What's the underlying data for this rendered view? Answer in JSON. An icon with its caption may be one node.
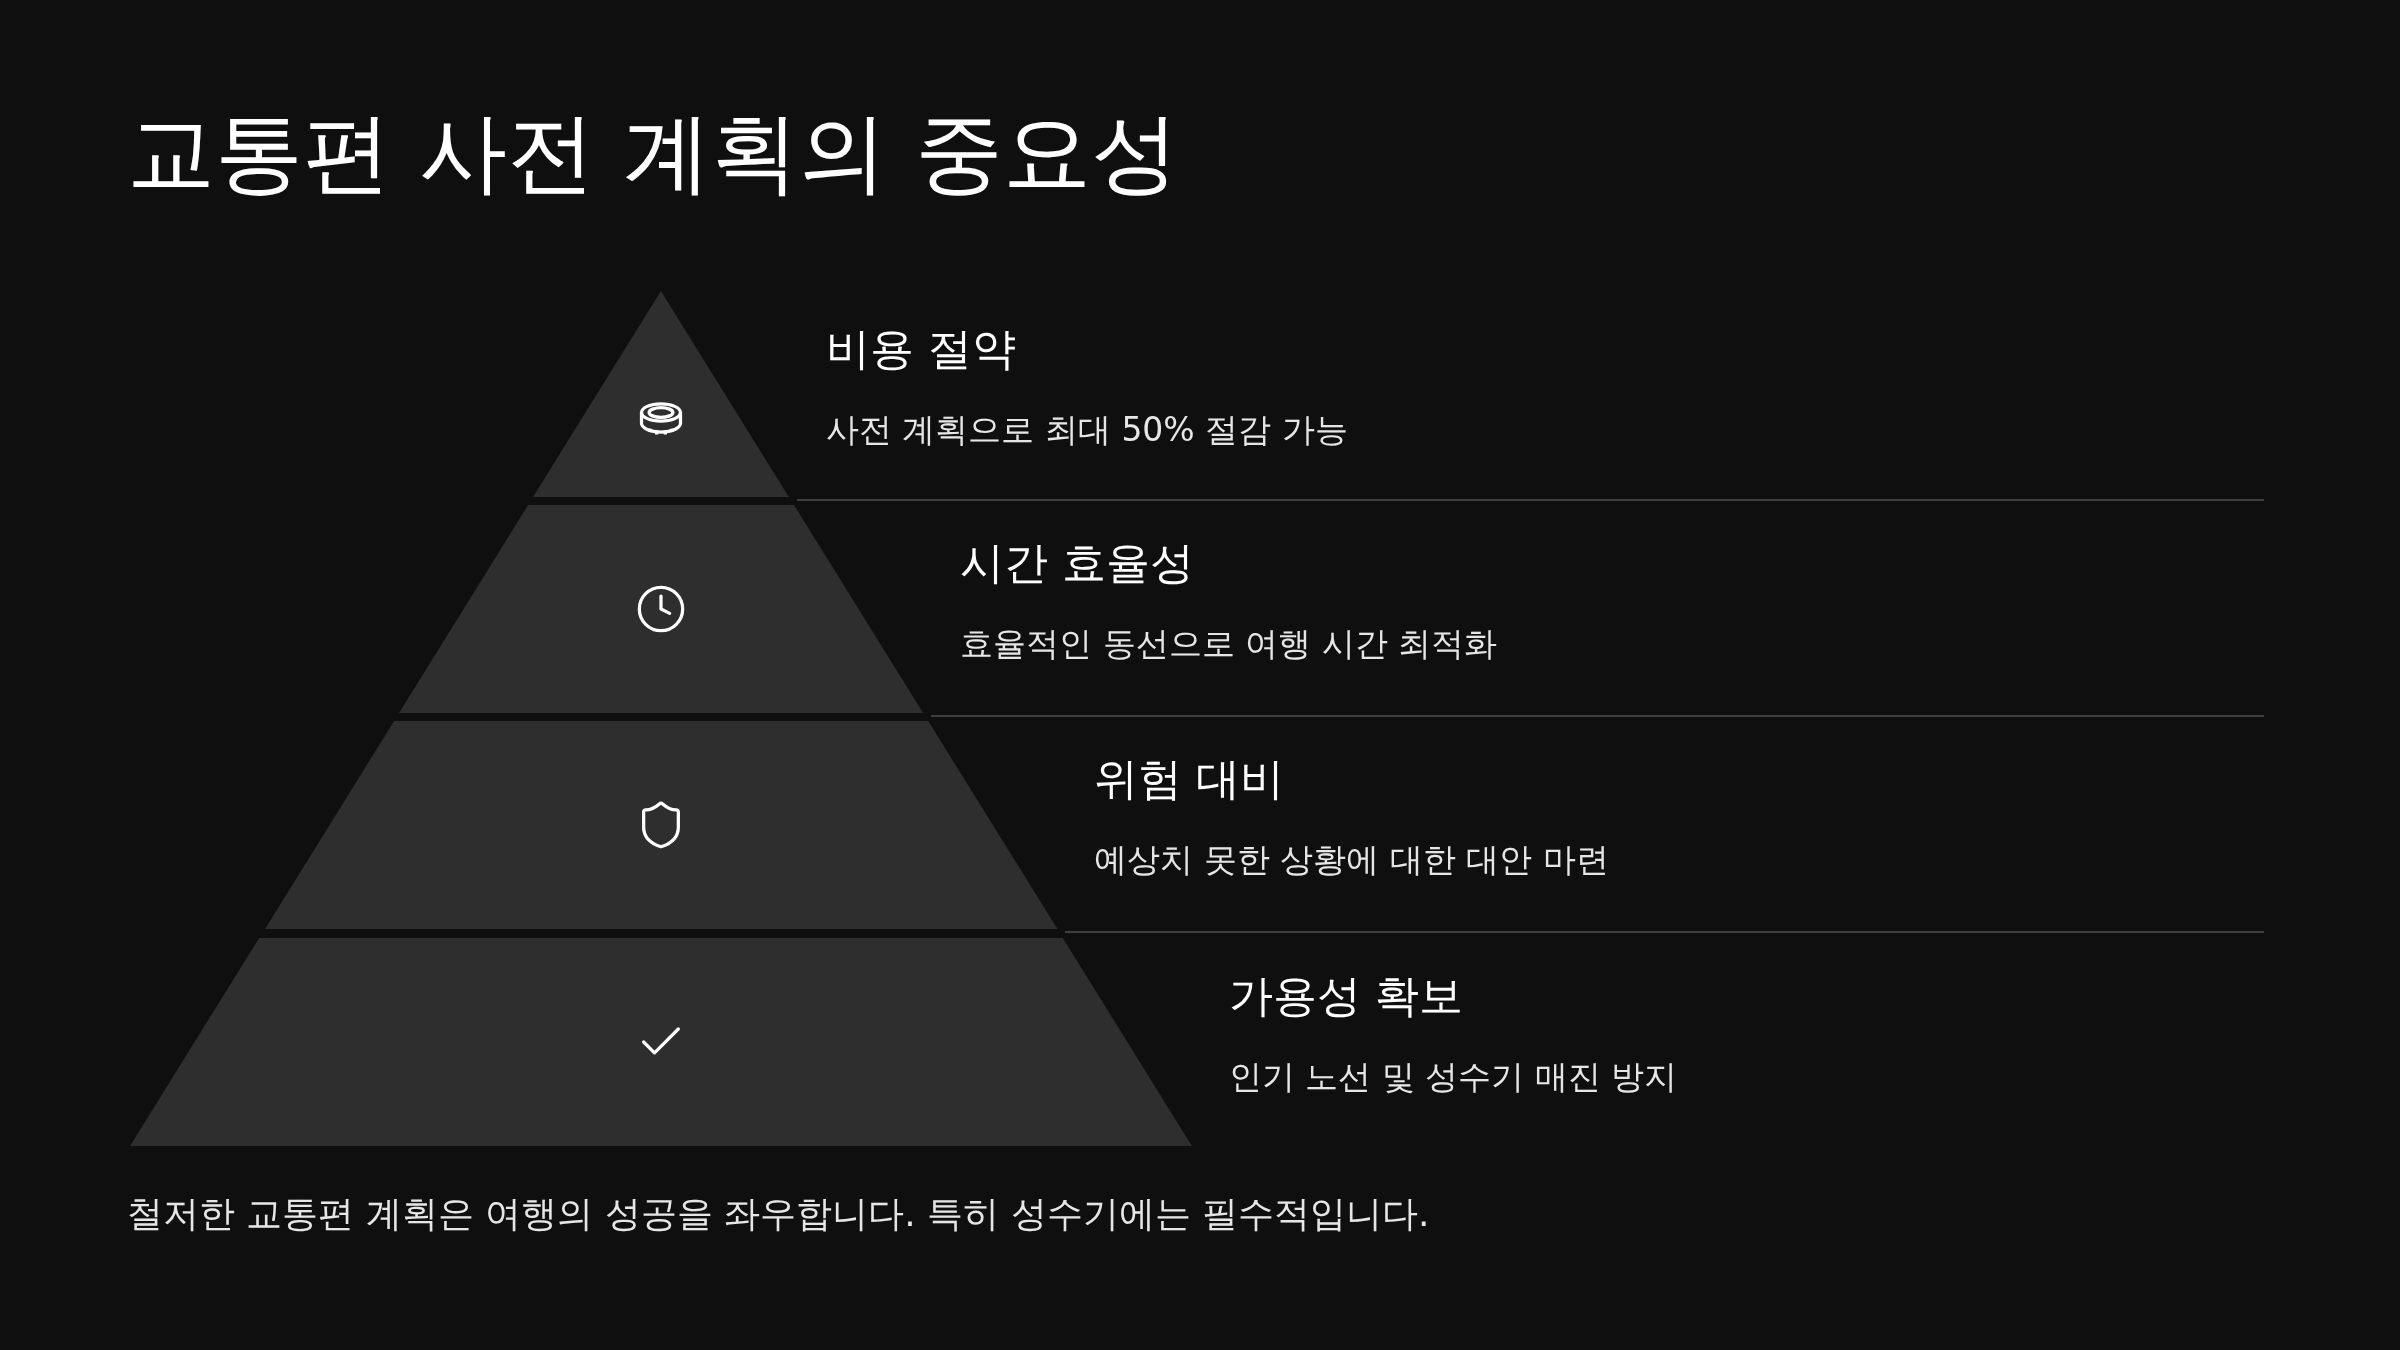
{
  "diagram": {
    "title": "교통편 사전 계획의 중요성",
    "nodes": [
      {
        "text": [
          "비용 절약",
          "사전 계획으로 최대 50% 절감 가능"
        ]
      },
      {
        "text": [
          "시간 효율성",
          "효율적인 동선으로 여행 시간 최적화"
        ]
      },
      {
        "text": [
          "위험 대비",
          "예상치 못한 상황에 대한 대안 마련"
        ]
      },
      {
        "text": [
          "가용성 확보",
          "인기 노선 및 성수기 매진 방지"
        ]
      }
    ],
    "labels": [
      "철저한 교통편 계획은 여행의 성공을 좌우합니다. 특히 성수기에는 필수적입니다."
    ]
  }
}
